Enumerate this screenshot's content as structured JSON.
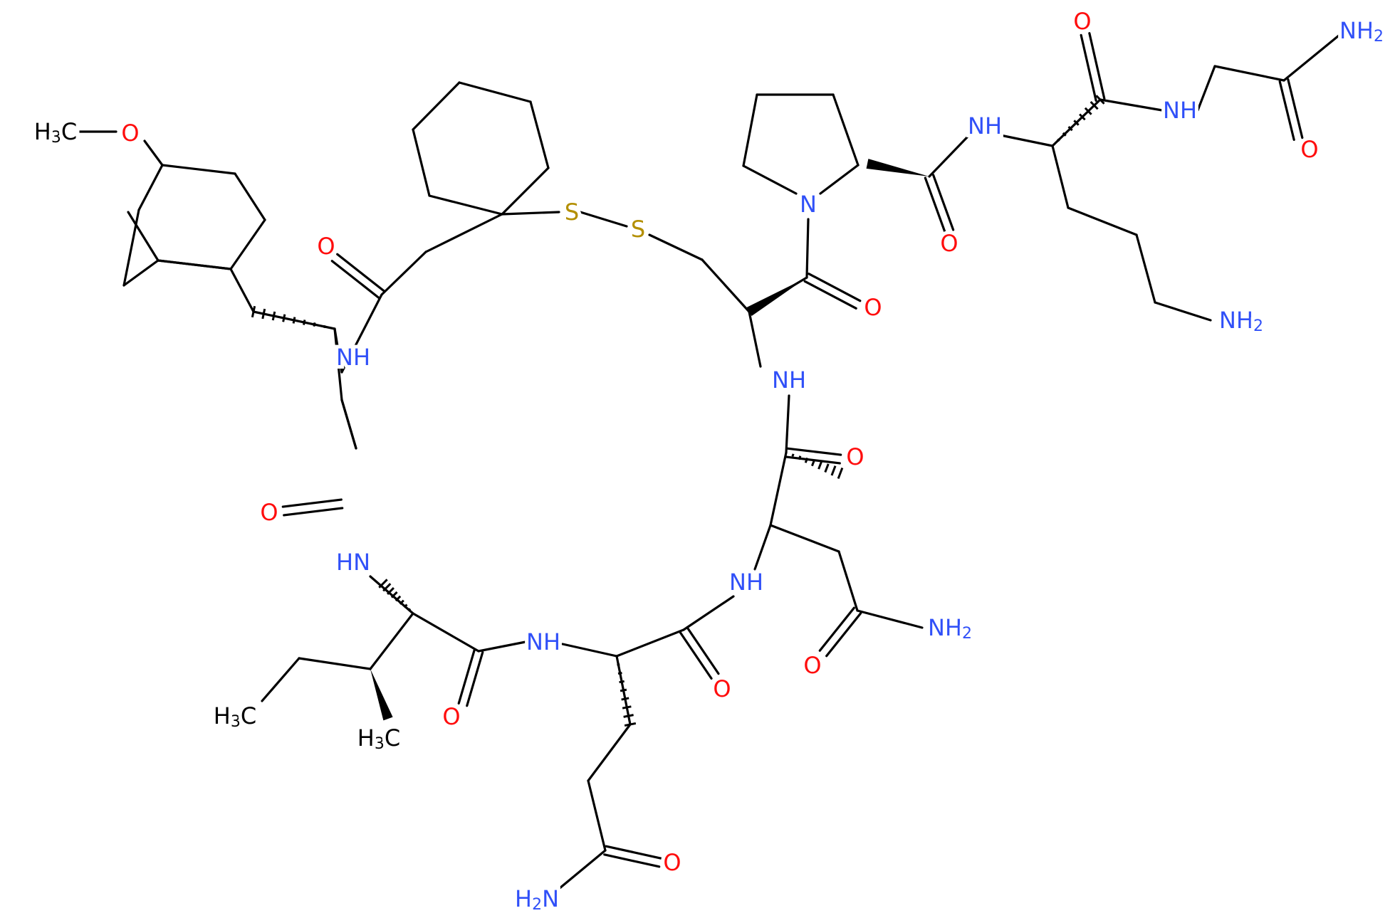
{
  "colors": {
    "bond": "#000000",
    "O": "#ff0d0d",
    "N": "#3050f8",
    "S": "#b38f00",
    "C": "#000000"
  },
  "atoms": [
    {
      "id": "ome",
      "parts": [
        {
          "t": "H"
        },
        {
          "t": "3",
          "sub": true
        },
        {
          "t": "C"
        }
      ],
      "el": "C"
    },
    {
      "id": "o_ome",
      "parts": [
        {
          "t": "O"
        }
      ],
      "el": "O"
    },
    {
      "id": "o_tyr_co_top",
      "parts": [
        {
          "t": "O"
        }
      ],
      "el": "O"
    },
    {
      "id": "s1",
      "parts": [
        {
          "t": "S"
        }
      ],
      "el": "S"
    },
    {
      "id": "s2",
      "parts": [
        {
          "t": "S"
        }
      ],
      "el": "S"
    },
    {
      "id": "n_pro",
      "parts": [
        {
          "t": "N"
        }
      ],
      "el": "N"
    },
    {
      "id": "o_pro_co",
      "parts": [
        {
          "t": "O"
        }
      ],
      "el": "O"
    },
    {
      "id": "nh_orn",
      "parts": [
        {
          "t": "N"
        },
        {
          "t": "H"
        }
      ],
      "el": "N"
    },
    {
      "id": "o_orn_co",
      "parts": [
        {
          "t": "O"
        }
      ],
      "el": "O"
    },
    {
      "id": "nh_gly",
      "parts": [
        {
          "t": "N"
        },
        {
          "t": "H"
        }
      ],
      "el": "N"
    },
    {
      "id": "nh2_gly",
      "parts": [
        {
          "t": "N"
        },
        {
          "t": "H"
        },
        {
          "t": "2",
          "sub": true
        }
      ],
      "el": "N"
    },
    {
      "id": "o_gly_top",
      "parts": [
        {
          "t": "O"
        }
      ],
      "el": "O"
    },
    {
      "id": "o_gly_bot",
      "parts": [
        {
          "t": "O"
        }
      ],
      "el": "O"
    },
    {
      "id": "nh2_orn",
      "parts": [
        {
          "t": "N"
        },
        {
          "t": "H"
        },
        {
          "t": "2",
          "sub": true
        }
      ],
      "el": "N"
    },
    {
      "id": "o_cys_co",
      "parts": [
        {
          "t": "O"
        }
      ],
      "el": "O"
    },
    {
      "id": "nh_tyr",
      "parts": [
        {
          "t": "N"
        },
        {
          "t": "H"
        }
      ],
      "el": "N"
    },
    {
      "id": "nh_cys",
      "parts": [
        {
          "t": "N"
        },
        {
          "t": "H"
        }
      ],
      "el": "N"
    },
    {
      "id": "o_asn_co",
      "parts": [
        {
          "t": "O"
        }
      ],
      "el": "O"
    },
    {
      "id": "o_tyr_co",
      "parts": [
        {
          "t": "O"
        }
      ],
      "el": "O"
    },
    {
      "id": "nh_ile",
      "parts": [
        {
          "t": "H"
        },
        {
          "t": "N"
        }
      ],
      "el": "N"
    },
    {
      "id": "nh_asn",
      "parts": [
        {
          "t": "N"
        },
        {
          "t": "H"
        }
      ],
      "el": "N"
    },
    {
      "id": "nh2_asn",
      "parts": [
        {
          "t": "N"
        },
        {
          "t": "H"
        },
        {
          "t": "2",
          "sub": true
        }
      ],
      "el": "N"
    },
    {
      "id": "o_asn_side",
      "parts": [
        {
          "t": "O"
        }
      ],
      "el": "O"
    },
    {
      "id": "nh_gln",
      "parts": [
        {
          "t": "N"
        },
        {
          "t": "H"
        }
      ],
      "el": "N"
    },
    {
      "id": "o_ile_co",
      "parts": [
        {
          "t": "O"
        }
      ],
      "el": "O"
    },
    {
      "id": "o_gln_co",
      "parts": [
        {
          "t": "O"
        }
      ],
      "el": "O"
    },
    {
      "id": "ch3_ethyl",
      "parts": [
        {
          "t": "H"
        },
        {
          "t": "3",
          "sub": true
        },
        {
          "t": "C"
        }
      ],
      "el": "C"
    },
    {
      "id": "ch3_methyl",
      "parts": [
        {
          "t": "H"
        },
        {
          "t": "3",
          "sub": true
        },
        {
          "t": "C"
        }
      ],
      "el": "C"
    },
    {
      "id": "o_gln_side",
      "parts": [
        {
          "t": "O"
        }
      ],
      "el": "O"
    },
    {
      "id": "nh2_gln",
      "parts": [
        {
          "t": "H"
        },
        {
          "t": "2",
          "sub": true
        },
        {
          "t": "N"
        }
      ],
      "el": "N"
    }
  ]
}
